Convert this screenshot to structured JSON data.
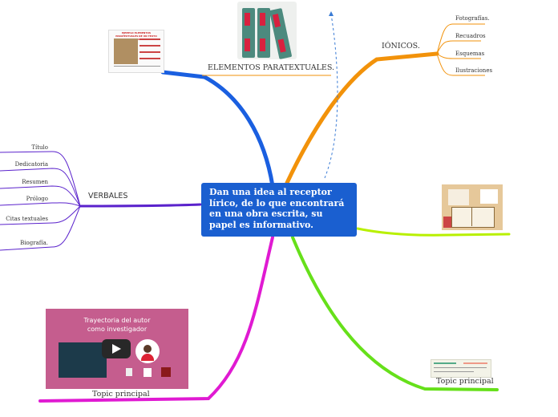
{
  "central": {
    "text": "Dan una idea al receptor lírico, de lo que encontrará en una obra escrita, su papel es informativo."
  },
  "branches": {
    "paratextual": {
      "label": "ELEMENTOS PARATEXTUALES.",
      "color": "#1a5fe0"
    },
    "iconic": {
      "label": "IÓNICOS.",
      "color": "#f2920a",
      "items": [
        "Fotografías.",
        "Recuadros",
        "Esquemas",
        "Ilustraciones"
      ]
    },
    "verbal": {
      "label": "VERBALES",
      "color": "#5a22cc",
      "items": [
        "Título",
        "Dedicatoria",
        "Resumen",
        "Prólogo",
        "Citas textuales",
        "Biografía."
      ]
    },
    "image_book": {
      "color": "#b8f000"
    },
    "video_topic": {
      "label": "Topic principal",
      "color": "#e01ad2"
    },
    "note_topic": {
      "label": "Topic principal",
      "color": "#66e01a"
    }
  },
  "images": {
    "doc_title": "EJEMPLO ELEMENTOS PARATEXTUALES DE UN TEXTO INFORMATIVO",
    "video_title_line1": "Trayectoria del autor",
    "video_title_line2": "como investigador"
  },
  "icons": {
    "play": "play-icon",
    "binders": "binders-icon",
    "person": "avatar-icon"
  }
}
